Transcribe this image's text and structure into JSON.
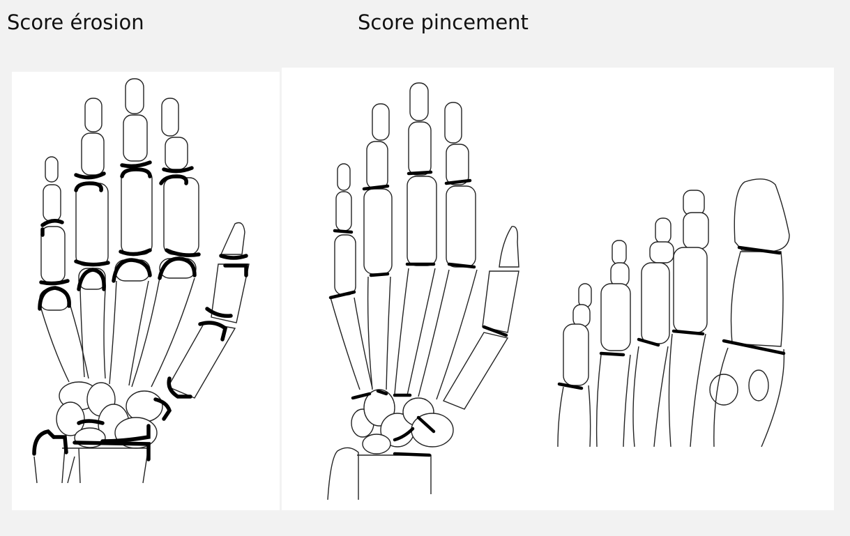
{
  "captions": {
    "erosion": "Score érosion",
    "pincement": "Score pincement"
  },
  "colors": {
    "background": "#f2f2f2",
    "panel": "#ffffff",
    "outline": "#222222",
    "marker": "#000000"
  },
  "figures": [
    {
      "id": "hand-erosion",
      "subject": "hand skeleton",
      "markers": "thick arcs at erosion sites"
    },
    {
      "id": "hand-pincement",
      "subject": "hand skeleton",
      "markers": "bars at joint spaces"
    },
    {
      "id": "foot-pincement",
      "subject": "forefoot skeleton",
      "markers": "bars at joint spaces"
    }
  ]
}
